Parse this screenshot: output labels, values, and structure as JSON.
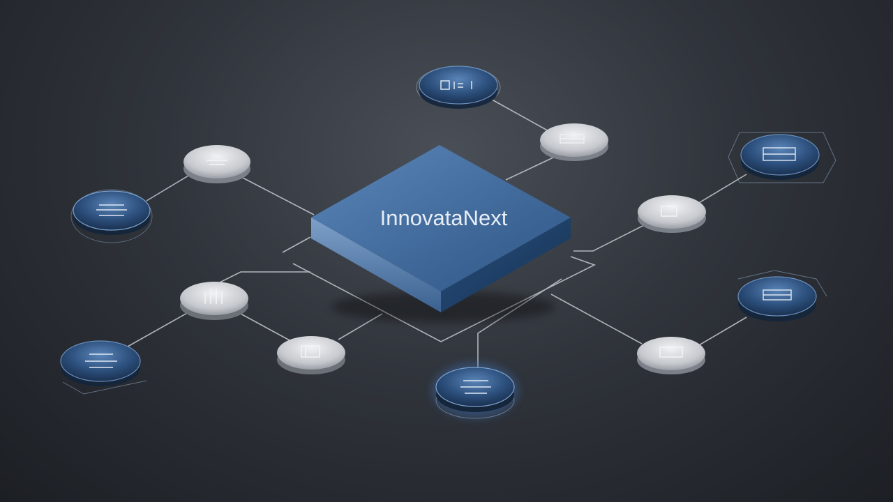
{
  "diagram": {
    "hub": {
      "label": "InnovataNext"
    },
    "colors": {
      "hub_top": "#3f6a99",
      "hub_side_left": "#6f93bd",
      "hub_side_right": "#22456e",
      "dark_node": "#2b4d78",
      "light_node": "#c9ccd1",
      "connector": "#c8ccd2"
    },
    "nodes": [
      {
        "id": "top-dark",
        "style": "dark",
        "icon": "glyph-badge"
      },
      {
        "id": "top-light",
        "style": "light",
        "icon": "glyph-badge"
      },
      {
        "id": "left-light",
        "style": "light",
        "icon": "glyph-badge"
      },
      {
        "id": "left-dark",
        "style": "dark",
        "icon": "glyph-badge"
      },
      {
        "id": "right-dark",
        "style": "dark",
        "icon": "glyph-badge"
      },
      {
        "id": "right-light",
        "style": "light",
        "icon": "glyph-badge"
      },
      {
        "id": "mid-left-light",
        "style": "light",
        "icon": "glyph-badge"
      },
      {
        "id": "bottom-left-dark",
        "style": "dark",
        "icon": "glyph-badge"
      },
      {
        "id": "bottom-center-light",
        "style": "light",
        "icon": "glyph-badge"
      },
      {
        "id": "bottom-center-dark",
        "style": "dark",
        "icon": "glyph-badge"
      },
      {
        "id": "bottom-right-light",
        "style": "light",
        "icon": "glyph-badge"
      },
      {
        "id": "bottom-right-dark",
        "style": "dark",
        "icon": "glyph-badge"
      }
    ]
  }
}
